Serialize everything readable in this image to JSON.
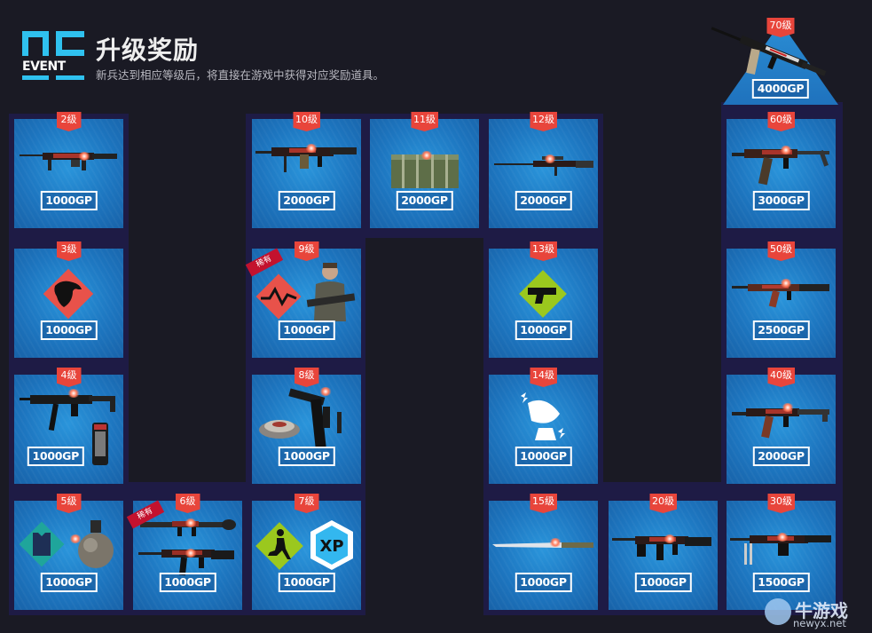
{
  "header": {
    "logo_text": "EVENT",
    "title": "升级奖励",
    "subtitle": "新兵达到相应等级后，将直接在游戏中获得对应奖励道具。"
  },
  "colors": {
    "background": "#1a1a24",
    "frame": "#1e1b45",
    "card_blue": "#1d76c0",
    "badge_red": "#e8453b",
    "rare_red": "#c3122e",
    "logo_cyan": "#2fc1ef"
  },
  "rare_label": "稀有",
  "rewards": [
    {
      "level": "2级",
      "price": "1000GP",
      "item": "rifle"
    },
    {
      "level": "3级",
      "price": "1000GP",
      "item": "eagle-spray"
    },
    {
      "level": "4级",
      "price": "1000GP",
      "item": "smg-and-grenade"
    },
    {
      "level": "5级",
      "price": "1000GP",
      "item": "vest-and-grenade"
    },
    {
      "level": "6级",
      "price": "1000GP",
      "item": "rpg-and-rifle",
      "rare": true
    },
    {
      "level": "7级",
      "price": "1000GP",
      "item": "sprint-and-xp"
    },
    {
      "level": "8级",
      "price": "1000GP",
      "item": "mine-and-smg"
    },
    {
      "level": "9级",
      "price": "1000GP",
      "item": "heartbeat-and-character",
      "rare": true
    },
    {
      "level": "10级",
      "price": "2000GP",
      "item": "machine-gun"
    },
    {
      "level": "11级",
      "price": "2000GP",
      "item": "supply-crate"
    },
    {
      "level": "12级",
      "price": "2000GP",
      "item": "sniper-rifle"
    },
    {
      "level": "13级",
      "price": "1000GP",
      "item": "pistol-spray"
    },
    {
      "level": "14级",
      "price": "1000GP",
      "item": "radar-dish"
    },
    {
      "level": "15级",
      "price": "1000GP",
      "item": "blade"
    },
    {
      "level": "20级",
      "price": "1000GP",
      "item": "rifle"
    },
    {
      "level": "30级",
      "price": "1500GP",
      "item": "machine-gun"
    },
    {
      "level": "40级",
      "price": "2000GP",
      "item": "assault-rifle"
    },
    {
      "level": "50级",
      "price": "2500GP",
      "item": "ak-rifle"
    },
    {
      "level": "60级",
      "price": "3000GP",
      "item": "assault-rifle"
    },
    {
      "level": "70级",
      "price": "4000GP",
      "item": "assault-rifle"
    }
  ],
  "xp_label": "XP",
  "watermark": {
    "name": "牛游戏",
    "url": "newyx.net"
  }
}
